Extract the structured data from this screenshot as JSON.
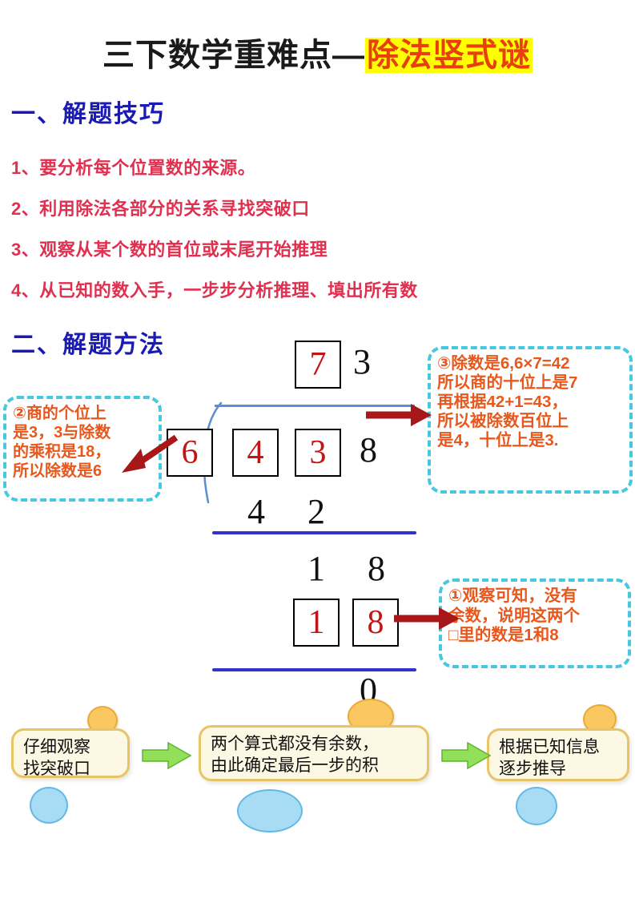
{
  "title": {
    "plain": "三下数学重难点—",
    "highlight": "除法竖式谜",
    "highlight_bg": "#ffff00",
    "highlight_color": "#e8400c"
  },
  "sections": [
    {
      "id": "one",
      "heading": "一、解题技巧",
      "color": "#1a1ab4"
    },
    {
      "id": "two",
      "heading": "二、解题方法",
      "color": "#1a1ab4"
    }
  ],
  "tips": [
    "1、要分析每个位置数的来源。",
    "2、利用除法各部分的关系寻找突破口",
    "3、观察从某个数的首位或末尾开始推理",
    "4、从已知的数入手，一步步分析推理、填出所有数"
  ],
  "tips_color": "#e03050",
  "callouts": [
    {
      "marker": "①",
      "text": "①观察可知，没有\n余数，说明这两个\n□里的数是1和8",
      "border_color": "#45c8e0",
      "text_color": "#e8581c"
    },
    {
      "marker": "②",
      "text": "②商的个位上\n是3，3与除数\n的乘积是18，\n所以除数是6",
      "border_color": "#45c8e0",
      "text_color": "#e8581c"
    },
    {
      "marker": "③",
      "text": "③除数是6,6×7=42\n所以商的十位上是7\n再根据42+1=43，\n所以被除数百位上\n是4，十位上是3.",
      "border_color": "#45c8e0",
      "text_color": "#e8581c"
    }
  ],
  "division": {
    "divisor_boxed": "6",
    "quotient": {
      "boxed": "7",
      "plain": "3"
    },
    "dividend": {
      "boxed_hundreds": "4",
      "boxed_tens": "3",
      "plain_ones": "8"
    },
    "step1_product": {
      "tens": "4",
      "ones": "2"
    },
    "bring_down": {
      "tens": "1",
      "ones": "8"
    },
    "step2_product_boxed": {
      "tens": "1",
      "ones": "8"
    },
    "remainder": "0",
    "filled_color": "#c11616",
    "given_color": "#111111",
    "rule_color": "#3333cc",
    "bracket_color": "#5b8fd0",
    "arrow_color": "#a81818"
  },
  "flow": {
    "steps": [
      "仔细观察\n找突破口",
      "两个算式都没有余数，\n由此确定最后一步的积",
      "根据已知信息\n逐步推导"
    ],
    "box_bg": "#fdf8e4",
    "box_border": "#e8c468",
    "arrow_color": "#92e05a"
  }
}
